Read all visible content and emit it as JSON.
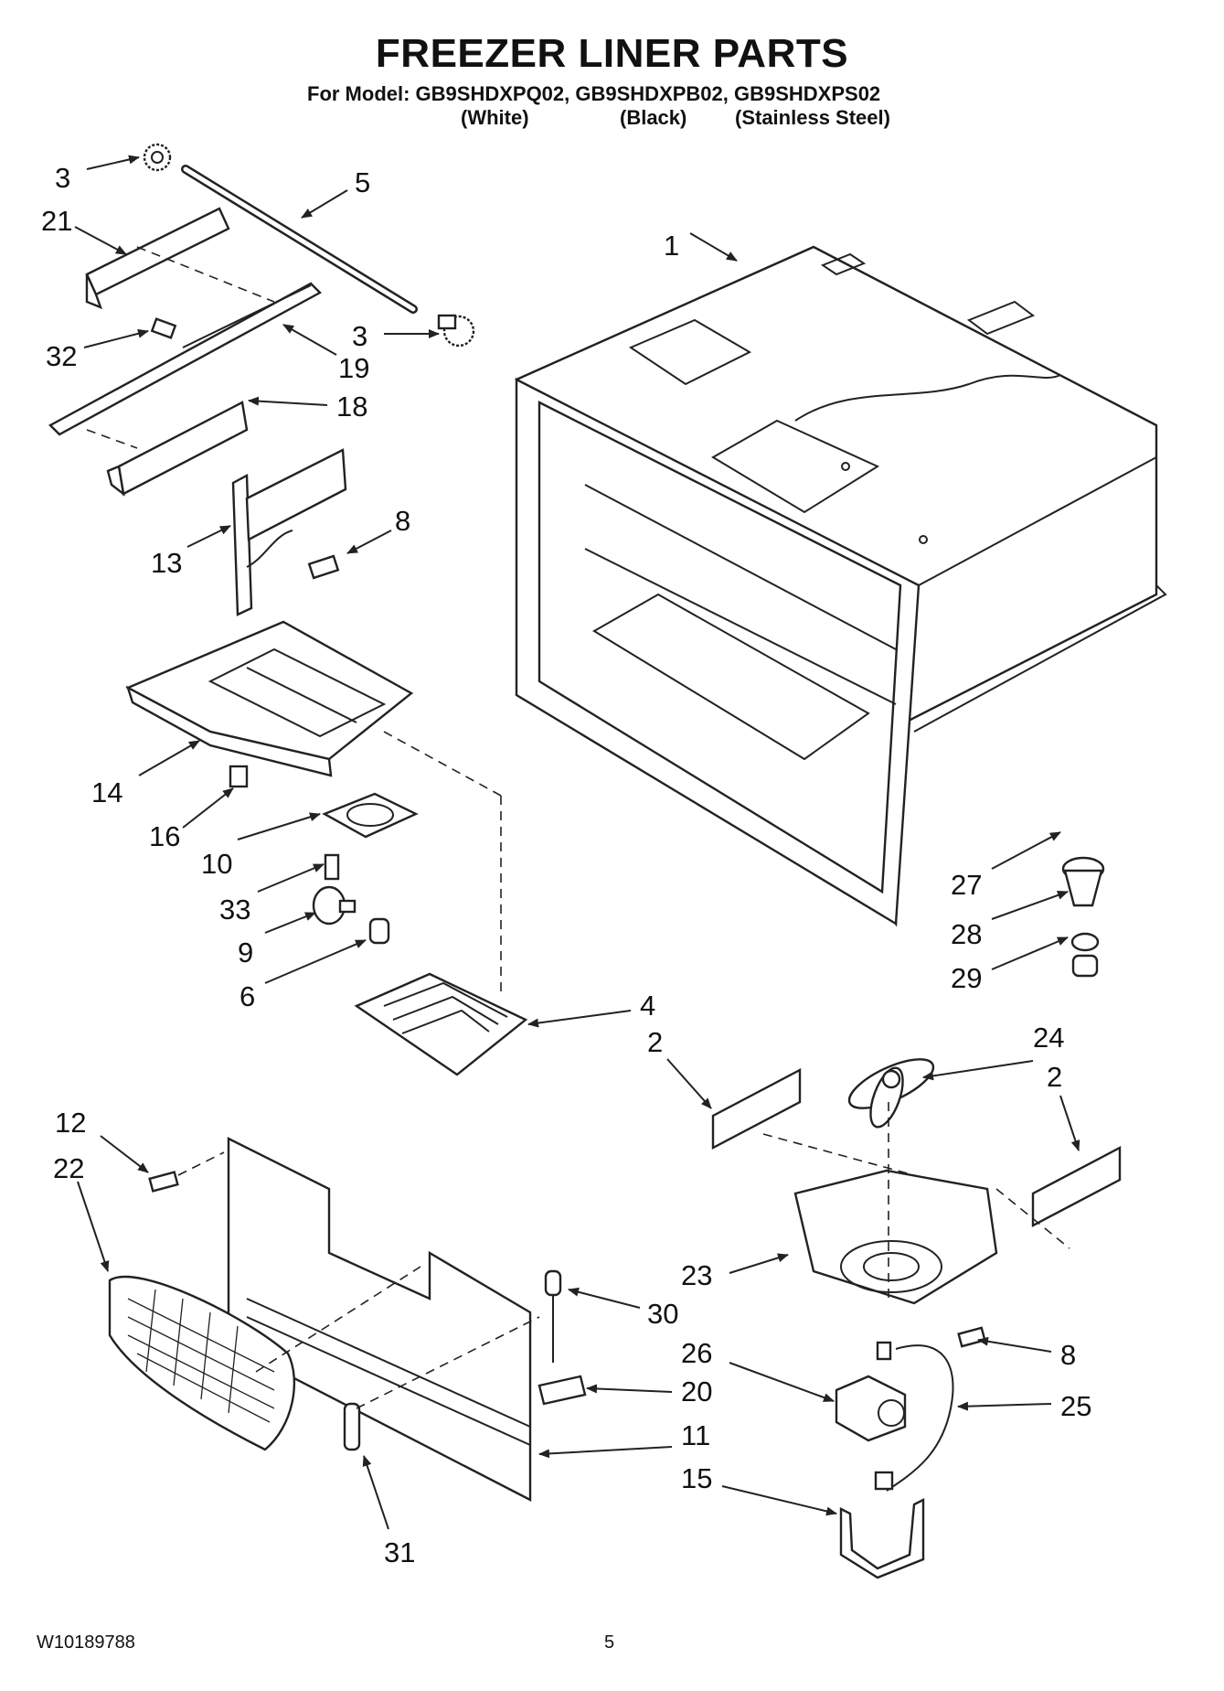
{
  "header": {
    "title": "FREEZER LINER PARTS",
    "model_line": "For Model: GB9SHDXPQ02, GB9SHDXPB02, GB9SHDXPS02",
    "variants": [
      "(White)",
      "(Black)",
      "(Stainless Steel)"
    ]
  },
  "callouts": [
    "3",
    "5",
    "21",
    "1",
    "32",
    "3",
    "19",
    "18",
    "8",
    "13",
    "14",
    "16",
    "10",
    "33",
    "9",
    "6",
    "27",
    "28",
    "29",
    "4",
    "2",
    "24",
    "2",
    "12",
    "22",
    "23",
    "30",
    "8",
    "26",
    "25",
    "20",
    "11",
    "15",
    "31"
  ],
  "footer": {
    "doc_number": "W10189788",
    "page_number": "5"
  },
  "icons": [
    "part-number-arrow"
  ]
}
